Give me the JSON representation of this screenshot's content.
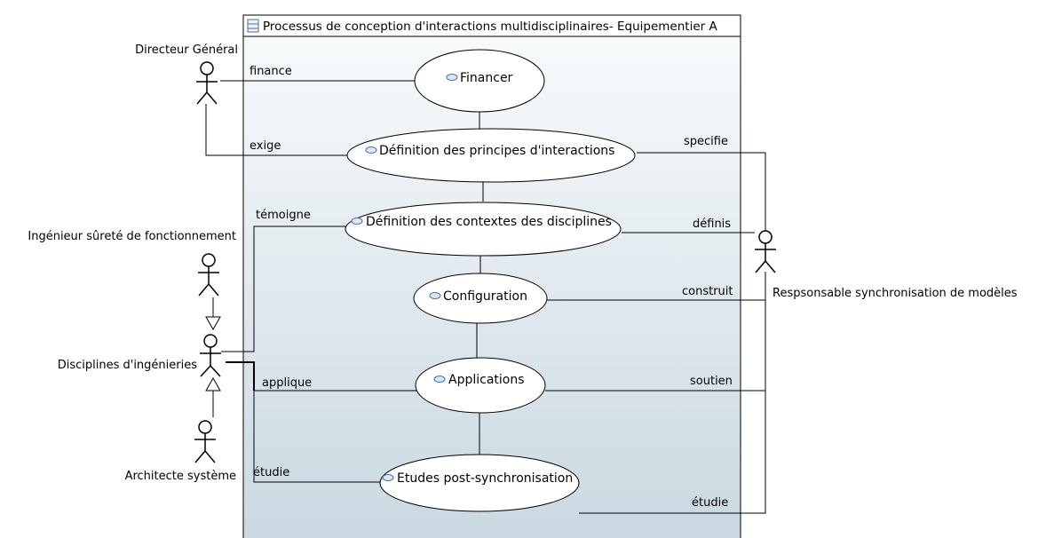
{
  "system": {
    "title": "Processus de conception d'interactions multidisciplinaires- Equipementier A"
  },
  "colors": {
    "boundary_top": "#fafcfd",
    "boundary_bottom": "#c9d8e1",
    "title_icon": "#4a6f9f",
    "use_case_icon": "#dbe8f7"
  },
  "actors": {
    "directeur": "Directeur Général",
    "ingenieur_surete": "Ingénieur sûreté de fonctionnement",
    "disciplines": "Disciplines d'ingénieries",
    "architecte": "Architecte système",
    "responsable": "Respsonsable synchronisation de modèles"
  },
  "use_cases": {
    "financer": "Financer",
    "principes": "Définition des principes d'interactions",
    "contextes": "Définition des contextes des disciplines",
    "configuration": "Configuration",
    "applications": "Applications",
    "etudes": "Etudes post-synchronisation"
  },
  "associations": {
    "finance": "finance",
    "exige": "exige",
    "temoigne": "témoigne",
    "applique": "applique",
    "etudie_left": "étudie",
    "specifie": "specifie",
    "definis": "définis",
    "construit": "construit",
    "soutien": "soutien",
    "etudie_right": "étudie"
  }
}
